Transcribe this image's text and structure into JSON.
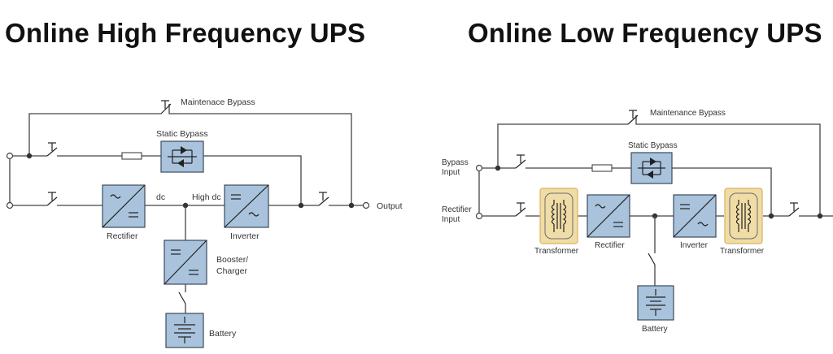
{
  "left": {
    "title": "Online High Frequency UPS",
    "maintenance_bypass": "Maintenace Bypass",
    "static_bypass": "Static Bypass",
    "rectifier": "Rectifier",
    "inverter": "Inverter",
    "dc": "dc",
    "high_dc": "High dc",
    "booster_line1": "Booster/",
    "booster_line2": "Charger",
    "battery": "Battery",
    "output": "Output"
  },
  "right": {
    "title": "Online Low Frequency UPS",
    "maintenance_bypass": "Maintenance Bypass",
    "static_bypass": "Static Bypass",
    "bypass_input_line1": "Bypass",
    "bypass_input_line2": "Input",
    "rectifier_input_line1": "Rectifier",
    "rectifier_input_line2": "Input",
    "transformer_in": "Transformer",
    "rectifier": "Rectifier",
    "inverter": "Inverter",
    "transformer_out": "Transformer",
    "battery": "Battery"
  }
}
